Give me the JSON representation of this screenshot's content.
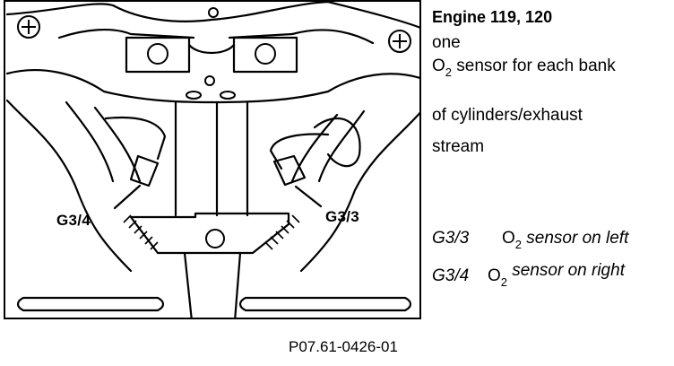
{
  "figure": {
    "callouts": {
      "left": "G3/4",
      "right": "G3/3"
    },
    "reference": "P07.61-0426-01"
  },
  "description": {
    "title": "Engine 119, 120",
    "line1": "one",
    "line2": {
      "prefix": "O",
      "sub": "2",
      "rest": " sensor for each bank"
    },
    "line3": "of cylinders/exhaust",
    "line4": "stream"
  },
  "legend": [
    {
      "code": "G3/3",
      "label_prefix": "O",
      "label_sub": "2",
      "label_rest": " sensor on left"
    },
    {
      "code": "G3/4",
      "label_prefix": "O",
      "label_sub": "2",
      "label_rest": " sensor on right"
    }
  ]
}
